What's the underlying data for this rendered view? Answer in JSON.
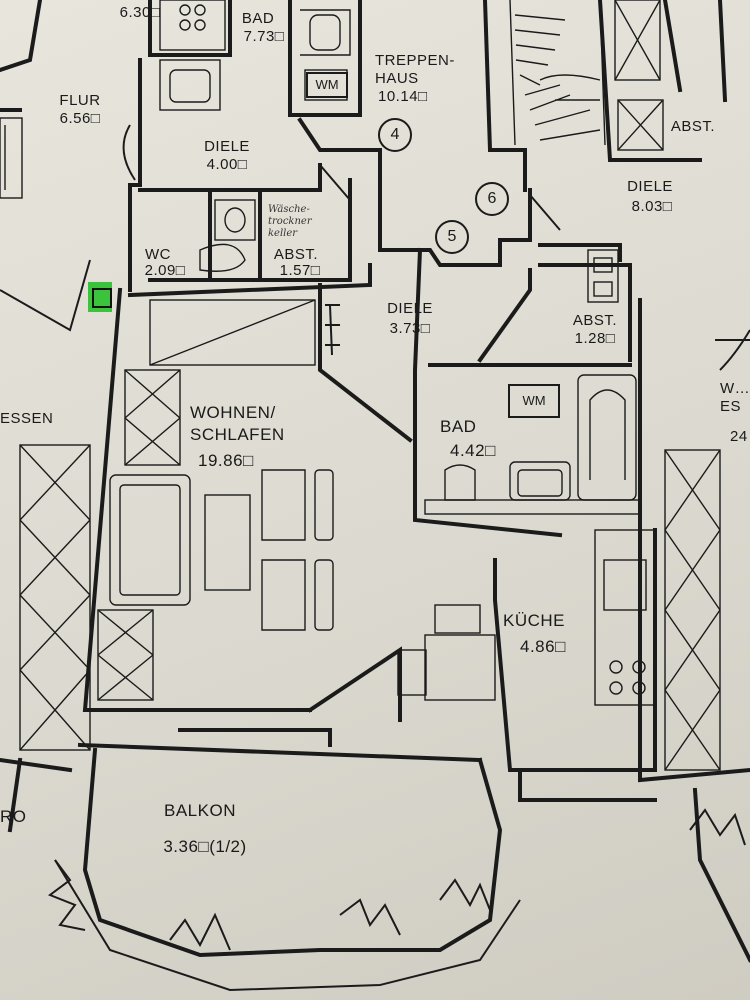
{
  "rooms": {
    "bad_top": {
      "name": "BAD",
      "area": "7.73□"
    },
    "top_left": {
      "area": "6.30□"
    },
    "flur": {
      "name": "FLUR",
      "area": "6.56□"
    },
    "treppenhaus": {
      "name": "TREPPEN-\nHAUS",
      "area": "10.14□"
    },
    "diele_upper": {
      "name": "DIELE",
      "area": "4.00□"
    },
    "wc": {
      "name": "WC",
      "area": "2.09□"
    },
    "abst_small": {
      "name": "ABST.",
      "area": "1.57□"
    },
    "abst_top_right": {
      "name": "ABST."
    },
    "diele_right": {
      "name": "DIELE",
      "area": "8.03□"
    },
    "diele_mid": {
      "name": "DIELE",
      "area": "3.73□"
    },
    "abst_mid": {
      "name": "ABST.",
      "area": "1.28□"
    },
    "wohnen": {
      "name": "WOHNEN/\nSCHLAFEN",
      "area": "19.86□"
    },
    "bad_mid": {
      "name": "BAD",
      "area": "4.42□"
    },
    "kueche": {
      "name": "KÜCHE",
      "area": "4.86□"
    },
    "essen": {
      "name": "ESSEN"
    },
    "balkon": {
      "name": "BALKON",
      "area": "3.36□(1/2)"
    },
    "right_edge_partial": {
      "name": "W…\nES",
      "area": "24"
    },
    "left_edge_partial": {
      "name": "RO"
    }
  },
  "labels": {
    "wm_top": "WM",
    "wm_mid": "WM",
    "handwritten": "Wäsche-\ntrockner\nkeller"
  },
  "circle_numbers": [
    "4",
    "5",
    "6"
  ],
  "colors": {
    "paper": "#e4e2d8",
    "ink": "#1b1b1b",
    "marker": "#3cc33c"
  }
}
